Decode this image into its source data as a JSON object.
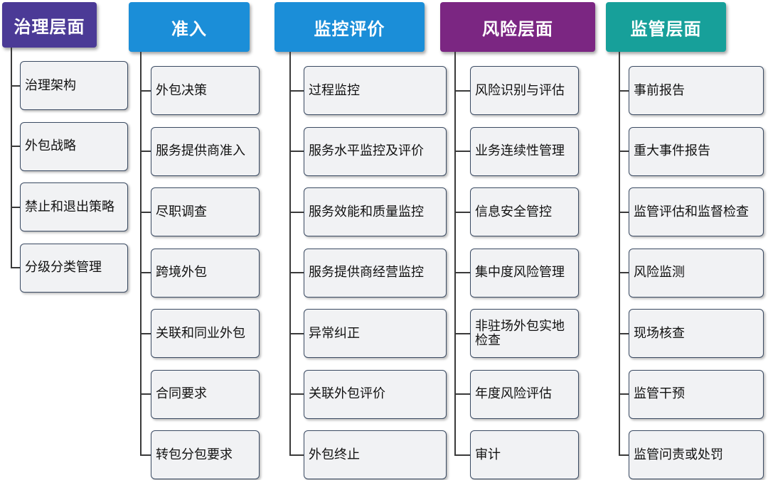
{
  "columns": [
    {
      "title": "治理层面",
      "color": "#4b3a96",
      "items": [
        "治理架构",
        "外包战略",
        "禁止和退出策略",
        "分级分类管理"
      ]
    },
    {
      "title": "准入",
      "color": "#1b8ed8",
      "items": [
        "外包决策",
        "服务提供商准入",
        "尽职调查",
        "跨境外包",
        "关联和同业外包",
        "合同要求",
        "转包分包要求"
      ]
    },
    {
      "title": "监控评价",
      "color": "#1b8ed8",
      "items": [
        "过程监控",
        "服务水平监控及评价",
        "服务效能和质量监控",
        "服务提供商经营监控",
        "异常纠正",
        "关联外包评价",
        "外包终止"
      ]
    },
    {
      "title": "风险层面",
      "color": "#7b2682",
      "items": [
        "风险识别与评估",
        "业务连续性管理",
        "信息安全管控",
        "集中度风险管理",
        "非驻场外包实地检查",
        "年度风险评估",
        "审计"
      ]
    },
    {
      "title": "监管层面",
      "color": "#17a09a",
      "items": [
        "事前报告",
        "重大事件报告",
        "监管评估和监督检查",
        "风险监测",
        "现场核查",
        "监管干预",
        "监管问责或处罚"
      ]
    }
  ]
}
